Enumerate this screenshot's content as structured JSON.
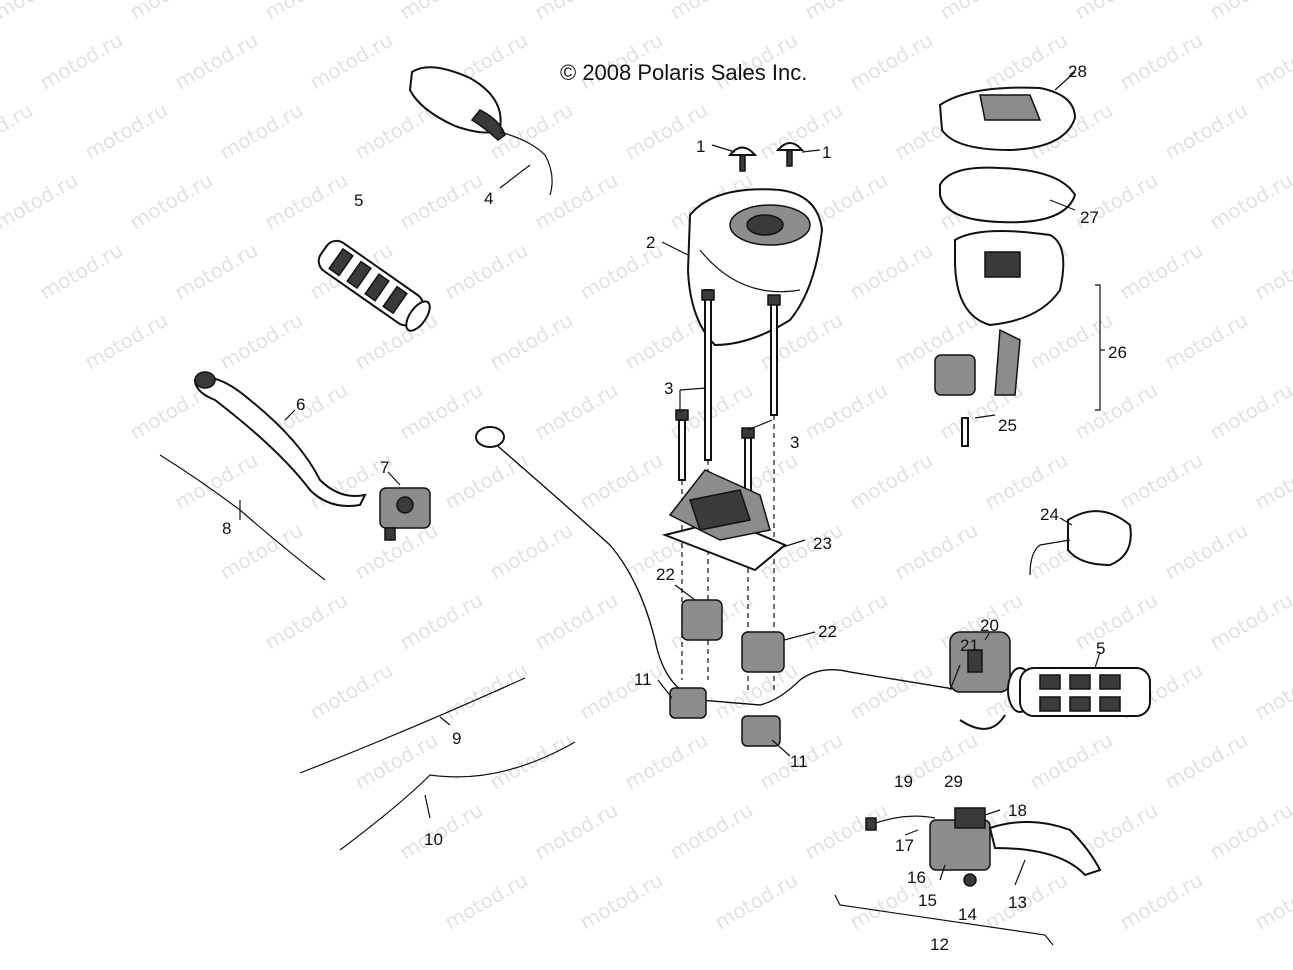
{
  "copyright": "© 2008 Polaris Sales Inc.",
  "watermark": "motod.ru",
  "labels": [
    "1",
    "1",
    "2",
    "3",
    "3",
    "4",
    "5",
    "5",
    "6",
    "7",
    "8",
    "9",
    "10",
    "11",
    "11",
    "12",
    "13",
    "14",
    "15",
    "16",
    "17",
    "18",
    "19",
    "20",
    "21",
    "22",
    "22",
    "23",
    "24",
    "25",
    "26",
    "27",
    "28",
    "29"
  ]
}
